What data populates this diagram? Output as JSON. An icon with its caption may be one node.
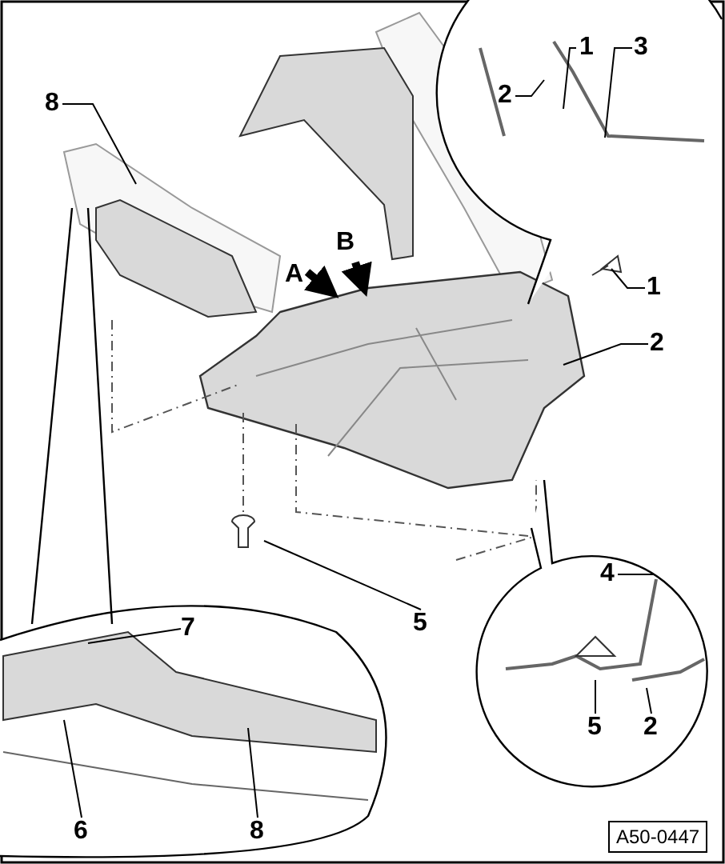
{
  "diagram": {
    "nodes": [
      {
        "text": [
          "1"
        ]
      },
      {
        "text": [
          "3"
        ]
      },
      {
        "text": [
          "2"
        ]
      },
      {
        "text": [
          "8"
        ]
      },
      {
        "text": [
          "1"
        ]
      },
      {
        "text": [
          "2"
        ]
      },
      {
        "text": [
          "5"
        ]
      },
      {
        "text": [
          "4"
        ]
      },
      {
        "text": [
          "7"
        ]
      },
      {
        "text": [
          "5"
        ]
      },
      {
        "text": [
          "2"
        ]
      },
      {
        "text": [
          "6"
        ]
      },
      {
        "text": [
          "8"
        ]
      },
      {
        "text": [
          "A50-0447"
        ]
      }
    ],
    "edges": [
      {
        "from": 0,
        "to": null,
        "arrow": "none"
      },
      {
        "from": 1,
        "to": null,
        "arrow": "none"
      },
      {
        "from": 2,
        "to": null,
        "arrow": "none"
      },
      {
        "from": 3,
        "to": null,
        "arrow": "none"
      },
      {
        "from": 4,
        "to": null,
        "arrow": "none"
      },
      {
        "from": 5,
        "to": null,
        "arrow": "none"
      },
      {
        "from": 6,
        "to": null,
        "arrow": "none"
      },
      {
        "from": 7,
        "to": null,
        "arrow": "none"
      },
      {
        "from": 8,
        "to": null,
        "arrow": "none"
      },
      {
        "from": 9,
        "to": null,
        "arrow": "none"
      },
      {
        "from": 10,
        "to": null,
        "arrow": "none"
      },
      {
        "from": 11,
        "to": null,
        "arrow": "none"
      },
      {
        "from": 12,
        "to": null,
        "arrow": "none"
      }
    ],
    "labels": [
      "A",
      "B"
    ]
  }
}
